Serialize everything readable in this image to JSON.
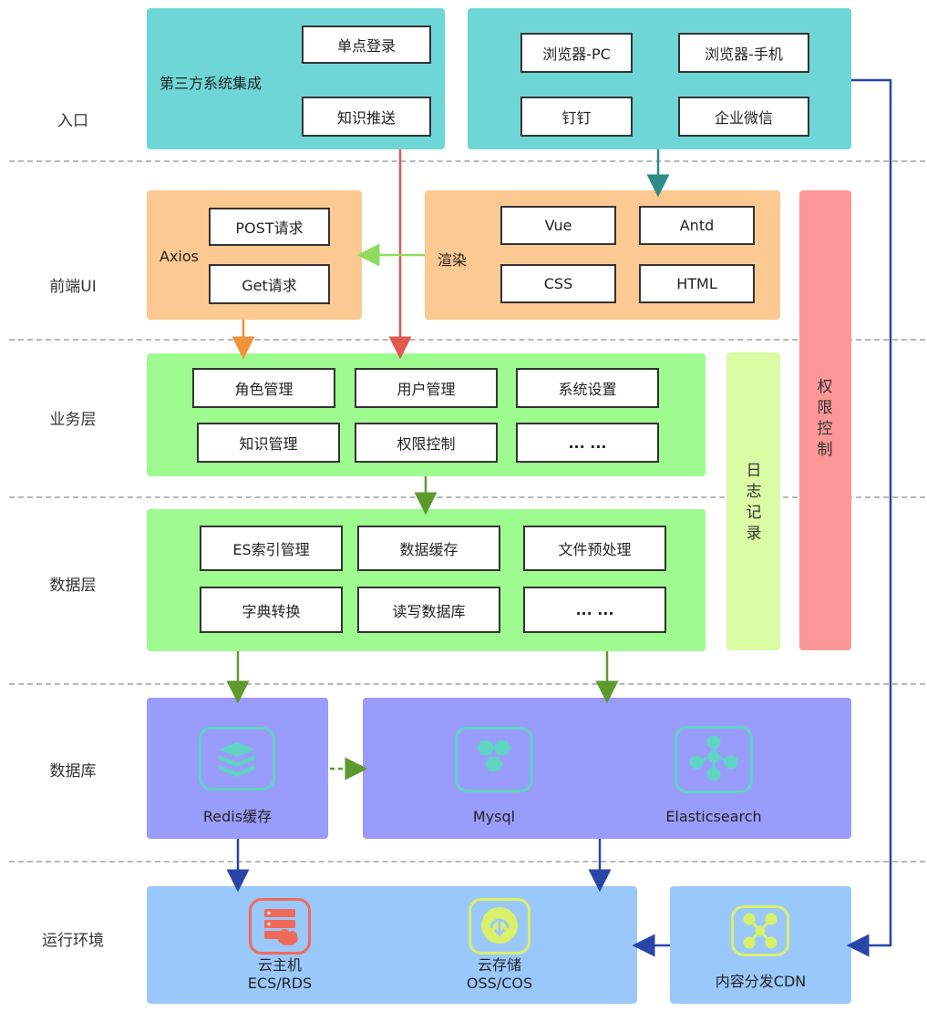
{
  "layers": {
    "entry": "入口",
    "frontend": "前端UI",
    "business": "业务层",
    "data": "数据层",
    "database": "数据库",
    "runtime": "运行环境"
  },
  "entry": {
    "integration_title": "第三方系统集成",
    "sso": "单点登录",
    "knowledge_push": "知识推送",
    "browser_pc": "浏览器-PC",
    "browser_mobile": "浏览器-手机",
    "dingtalk": "钉钉",
    "wecom": "企业微信"
  },
  "frontend": {
    "axios_title": "Axios",
    "post": "POST请求",
    "get": "Get请求",
    "render_title": "渲染",
    "vue": "Vue",
    "antd": "Antd",
    "css": "CSS",
    "html": "HTML"
  },
  "business": {
    "role": "角色管理",
    "user": "用户管理",
    "settings": "系统设置",
    "knowledge": "知识管理",
    "permission": "权限控制",
    "more": "... ..."
  },
  "data_layer": {
    "es_index": "ES索引管理",
    "cache": "数据缓存",
    "file_preprocess": "文件预处理",
    "dict": "字典转换",
    "rw_db": "读写数据库",
    "more": "... ..."
  },
  "side": {
    "log": "日志记录",
    "permission": "权限控制"
  },
  "database": {
    "redis": "Redis缓存",
    "mysql": "Mysql",
    "elasticsearch": "Elasticsearch"
  },
  "runtime": {
    "host_line1": "云主机",
    "host_line2": "ECS/RDS",
    "storage_line1": "云存储",
    "storage_line2": "OSS/COS",
    "cdn": "内容分发CDN"
  },
  "colors": {
    "teal": "#6fd6d6",
    "orange": "#fdc992",
    "green": "#9efb8f",
    "lime": "#d9fca4",
    "pink": "#fb9797",
    "purple": "#9a9cfb",
    "blue": "#9ac8fb",
    "arrow_red": "#e05a4e",
    "arrow_teal": "#2e8b86",
    "arrow_lightgreen": "#8fdc5c",
    "arrow_orange": "#f0923a",
    "arrow_green": "#5c9a2e",
    "arrow_navy": "#2a45a8"
  }
}
